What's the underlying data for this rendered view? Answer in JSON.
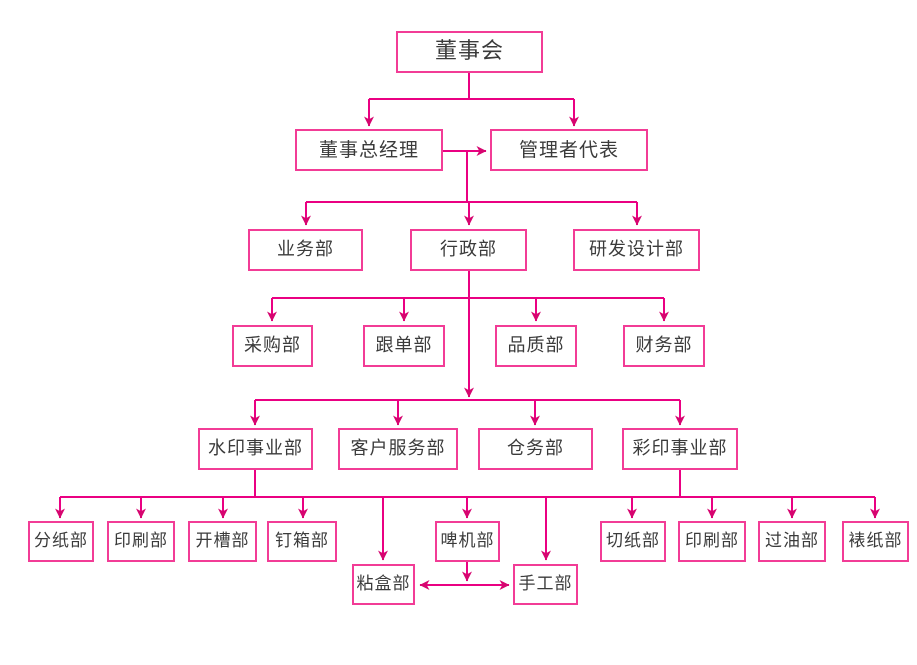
{
  "diagram_type": "organization-chart",
  "language": "zh-CN",
  "colors": {
    "line_color": "#EA0082",
    "arrow_color": "#D6056F",
    "box_border_color": "#F23C96",
    "text_color": "#3B3B3B",
    "background_color": "#FFFFFF"
  },
  "org": {
    "nodes": {
      "board": "董事会",
      "managing_director": "董事总经理",
      "management_rep": "管理者代表",
      "business": "业务部",
      "admin": "行政部",
      "rnd_design": "研发设计部",
      "purchasing": "采购部",
      "order_follow": "跟单部",
      "quality": "品质部",
      "finance": "财务部",
      "water_print_div": "水印事业部",
      "customer_service": "客户服务部",
      "warehouse": "仓务部",
      "color_print_div": "彩印事业部",
      "paper_splitting": "分纸部",
      "printing_water": "印刷部",
      "slotting": "开槽部",
      "box_stapling": "钉箱部",
      "box_gluing": "粘盒部",
      "die_cutting": "啤机部",
      "handwork": "手工部",
      "paper_cutting": "切纸部",
      "printing_color": "印刷部",
      "oil_coating": "过油部",
      "paper_mounting": "裱纸部"
    },
    "edges": [
      {
        "from": "board",
        "to": "managing_director"
      },
      {
        "from": "board",
        "to": "management_rep"
      },
      {
        "from": "managing_director",
        "to": "management_rep"
      },
      {
        "from": "managing_director",
        "to": "business"
      },
      {
        "from": "managing_director",
        "to": "admin"
      },
      {
        "from": "managing_director",
        "to": "rnd_design"
      },
      {
        "from": "admin",
        "to": "purchasing"
      },
      {
        "from": "admin",
        "to": "order_follow"
      },
      {
        "from": "admin",
        "to": "quality"
      },
      {
        "from": "admin",
        "to": "finance"
      },
      {
        "from": "admin",
        "to": "water_print_div"
      },
      {
        "from": "admin",
        "to": "customer_service"
      },
      {
        "from": "admin",
        "to": "warehouse"
      },
      {
        "from": "admin",
        "to": "color_print_div"
      },
      {
        "from": "water_print_div",
        "to": "paper_splitting"
      },
      {
        "from": "water_print_div",
        "to": "printing_water"
      },
      {
        "from": "water_print_div",
        "to": "slotting"
      },
      {
        "from": "water_print_div",
        "to": "box_stapling"
      },
      {
        "from": "water_print_div",
        "to": "box_gluing"
      },
      {
        "from": "water_print_div",
        "to": "die_cutting"
      },
      {
        "from": "water_print_div",
        "to": "handwork"
      },
      {
        "from": "color_print_div",
        "to": "paper_cutting"
      },
      {
        "from": "color_print_div",
        "to": "printing_color"
      },
      {
        "from": "color_print_div",
        "to": "oil_coating"
      },
      {
        "from": "color_print_div",
        "to": "paper_mounting"
      },
      {
        "from": "die_cutting",
        "to": "box_gluing"
      },
      {
        "from": "die_cutting",
        "to": "handwork"
      }
    ]
  }
}
